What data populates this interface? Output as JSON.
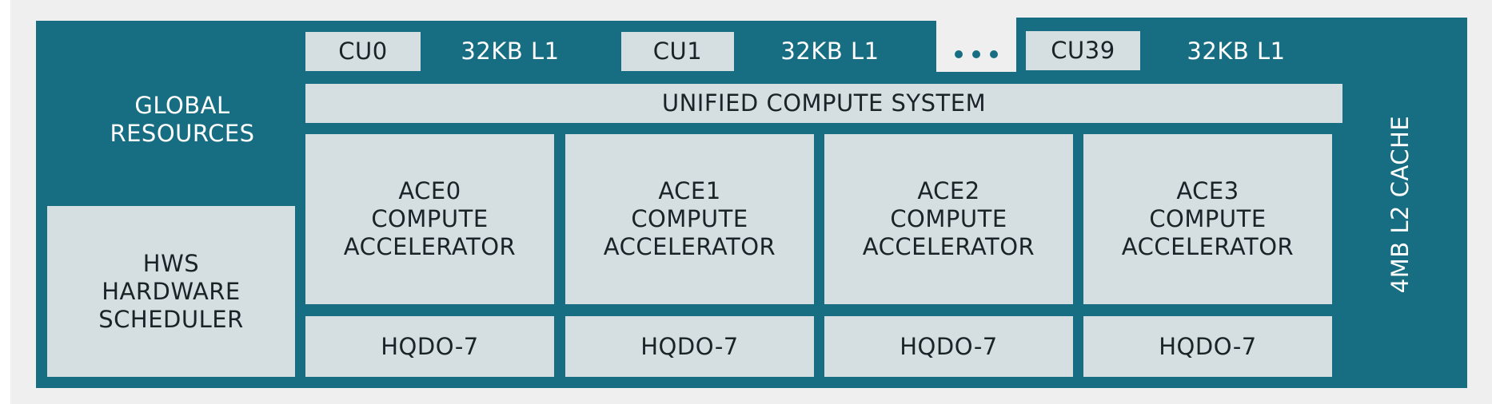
{
  "colors": {
    "teal": "#176e82",
    "box_fill": "#d5dfe2",
    "background": "#efefef",
    "dark_text": "#1a2328",
    "light_text": "#ffffff"
  },
  "compute_units": [
    {
      "name": "CU0",
      "cache": "32KB L1"
    },
    {
      "name": "CU1",
      "cache": "32KB L1"
    },
    {
      "name": "CU39",
      "cache": "32KB L1"
    }
  ],
  "ellipsis_icon": "ellipsis-dots",
  "global_resources": {
    "line1": "GLOBAL",
    "line2": "RESOURCES"
  },
  "hws": {
    "line1": "HWS",
    "line2": "HARDWARE",
    "line3": "SCHEDULER"
  },
  "unified_compute": "UNIFIED COMPUTE SYSTEM",
  "aces": [
    {
      "line1": "ACE0",
      "line2": "COMPUTE",
      "line3": "ACCELERATOR",
      "queue": "HQDO-7"
    },
    {
      "line1": "ACE1",
      "line2": "COMPUTE",
      "line3": "ACCELERATOR",
      "queue": "HQDO-7"
    },
    {
      "line1": "ACE2",
      "line2": "COMPUTE",
      "line3": "ACCELERATOR",
      "queue": "HQDO-7"
    },
    {
      "line1": "ACE3",
      "line2": "COMPUTE",
      "line3": "ACCELERATOR",
      "queue": "HQDO-7"
    }
  ],
  "l2_cache": "4MB L2 CACHE"
}
